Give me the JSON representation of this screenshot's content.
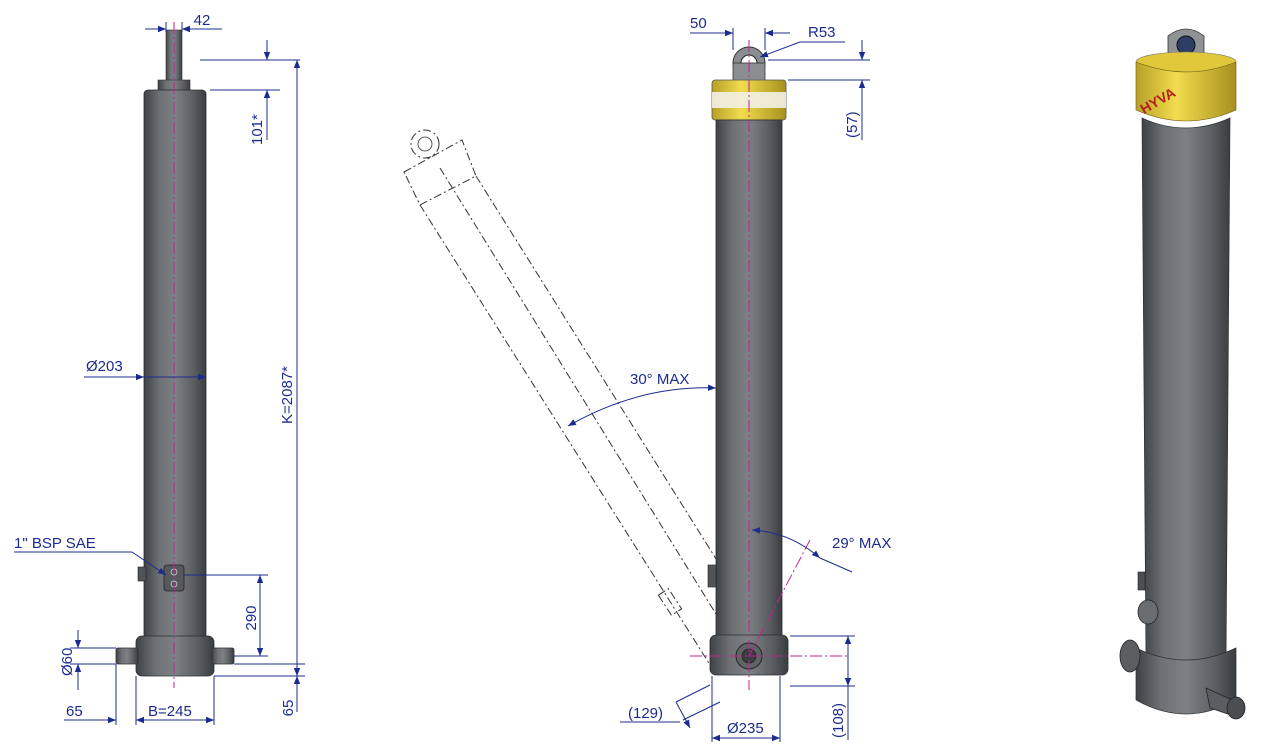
{
  "colors": {
    "dimension": "#1c2b8f",
    "centerline": "#c0248f",
    "cylinder": "#5f6366",
    "collar_yellow": "#e8cf3a"
  },
  "left_view": {
    "rod_width": "42",
    "top_height": "101*",
    "diameter": "Ø203",
    "length": "K=2087*",
    "port_label": "1\" BSP SAE",
    "port_height": "290",
    "pin_diameter": "Ø60",
    "bottom_offset": "65",
    "side_offset": "65",
    "base_width": "B=245"
  },
  "middle_view": {
    "eye_width": "50",
    "eye_radius": "R53",
    "eye_height": "(57)",
    "tilt_angle": "30° MAX",
    "side_angle": "29° MAX",
    "base_offset": "(129)",
    "base_diameter": "Ø235",
    "base_height": "(108)"
  },
  "right_view": {
    "brand_text": "HYVA"
  }
}
